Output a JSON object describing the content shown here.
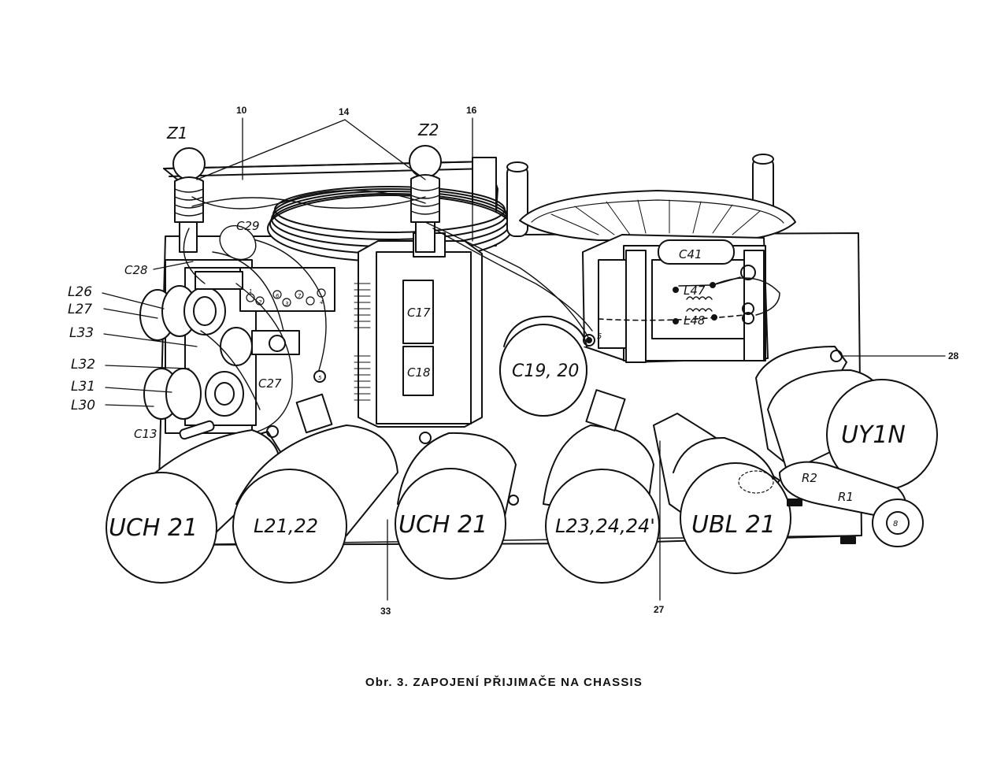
{
  "diagram": {
    "tubes": {
      "uch21_left": "UCH 21",
      "l21_22": "L21,22",
      "uch21_mid": "UCH 21",
      "l23_24": "L23,24,24'",
      "ubl21": "UBL 21",
      "uy1n": "UY1N"
    },
    "components": {
      "z1": "Z1",
      "z2": "Z2",
      "c29": "C29",
      "c28": "C28",
      "c17": "C17",
      "c18": "C18",
      "c19_20": "C19, 20",
      "c41": "C41",
      "l47": "L47",
      "l48": "L48",
      "c27": "C27",
      "c13": "C13",
      "r2": "R2",
      "r1": "R1"
    },
    "coils": {
      "l26": "L26",
      "l27": "L27",
      "l33": "L33",
      "l32": "L32",
      "l31": "L31",
      "l30": "L30"
    },
    "refs": {
      "n10": "10",
      "n14": "14",
      "n16": "16",
      "n28": "28",
      "n33": "33",
      "n27": "27",
      "n5": "5",
      "n8": "8"
    },
    "strip_pins": [
      "1",
      "2",
      "3",
      "4",
      "5",
      "6",
      "7"
    ]
  },
  "caption": "Obr. 3. ZAPOJENÍ PŘIJIMAČE NA CHASSIS",
  "colors": {
    "ink": "#111111",
    "paper": "#ffffff"
  }
}
